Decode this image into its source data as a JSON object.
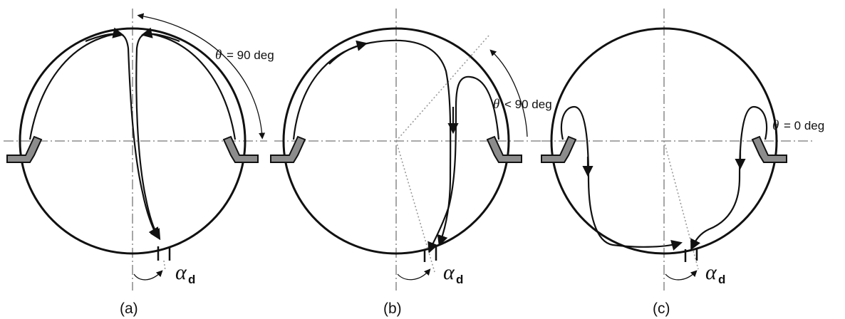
{
  "panels": [
    {
      "caption": "(a)",
      "angle_symbol": "θ",
      "angle_text": "= 90 deg",
      "alpha_symbol": "α",
      "alpha_subscript": "d"
    },
    {
      "caption": "(b)",
      "angle_symbol": "θ",
      "angle_text": "< 90 deg",
      "alpha_symbol": "α",
      "alpha_subscript": "d"
    },
    {
      "caption": "(c)",
      "angle_symbol": "θ",
      "angle_text": "= 0 deg",
      "alpha_symbol": "α",
      "alpha_subscript": "d"
    }
  ],
  "colors": {
    "line": "#111111",
    "nozzle_fill": "#8c8c8c",
    "centerline": "#777777"
  }
}
